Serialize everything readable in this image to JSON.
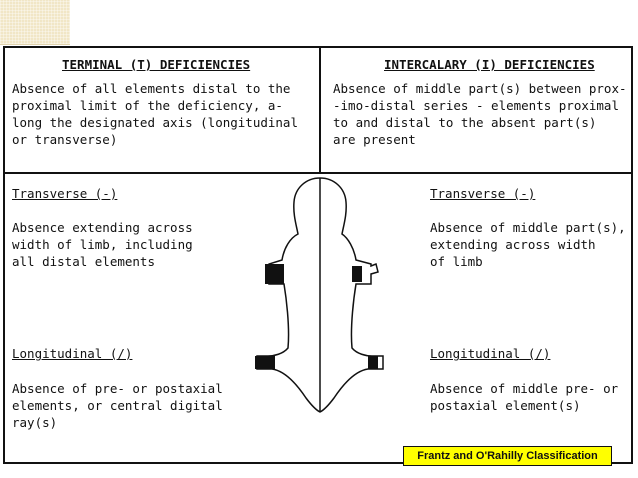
{
  "terminal": {
    "heading": "TERMINAL (T) DEFICIENCIES",
    "description": "Absence of all elements distal to the\nproximal limit of the deficiency, a-\nlong the designated axis (longitudinal\nor transverse)",
    "transverse": {
      "title": "Transverse (-)",
      "text": "Absence extending across\nwidth of limb, including\nall distal elements"
    },
    "longitudinal": {
      "title": "Longitudinal (/)",
      "text": "Absence of pre- or postaxial\nelements, or central digital\nray(s)"
    }
  },
  "intercalary": {
    "heading": "INTERCALARY (I) DEFICIENCIES",
    "description": "Absence of middle part(s) between prox-\n-imo-distal series - elements proximal\nto and distal to the absent part(s)\nare present",
    "transverse": {
      "title": "Transverse (-)",
      "text": "Absence of middle part(s),\nextending across width\nof limb"
    },
    "longitudinal": {
      "title": "Longitudinal (/)",
      "text": "Absence of middle pre- or\npostaxial element(s)"
    }
  },
  "caption": "Frantz and O'Rahilly Classification",
  "colors": {
    "caption_background": "#ffff00",
    "corner_background": "#f1e6c6"
  }
}
